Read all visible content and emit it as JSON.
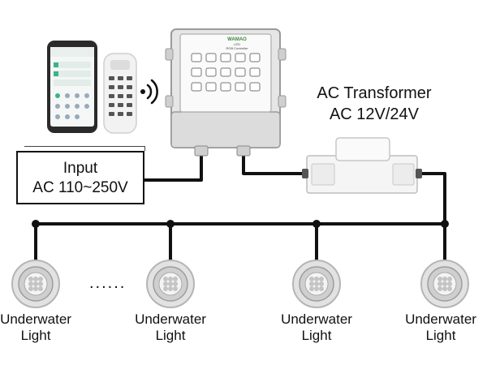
{
  "transformer": {
    "line1": "AC Transformer",
    "line2": "AC 12V/24V"
  },
  "input": {
    "line1": "Input",
    "line2": "AC 110~250V"
  },
  "controller": {
    "brand": "WAMAO",
    "model_line1": "LED",
    "model_line2": "RGB Controller",
    "icon_name": "controller-box"
  },
  "remote": {
    "icon_name": "remote-control"
  },
  "phone": {
    "icon_name": "smartphone-app"
  },
  "wireless": {
    "icon_name": "wireless-signal-icon"
  },
  "lights": [
    {
      "label_line1": "Underwater",
      "label_line2": "Light"
    },
    {
      "label_line1": "Underwater",
      "label_line2": "Light"
    },
    {
      "label_line1": "Underwater",
      "label_line2": "Light"
    },
    {
      "label_line1": "Underwater",
      "label_line2": "Light"
    }
  ],
  "ellipsis": "......",
  "colors": {
    "wire": "#111111",
    "housing": "#e6e6e6",
    "light_ring": "#c9c9c9"
  }
}
